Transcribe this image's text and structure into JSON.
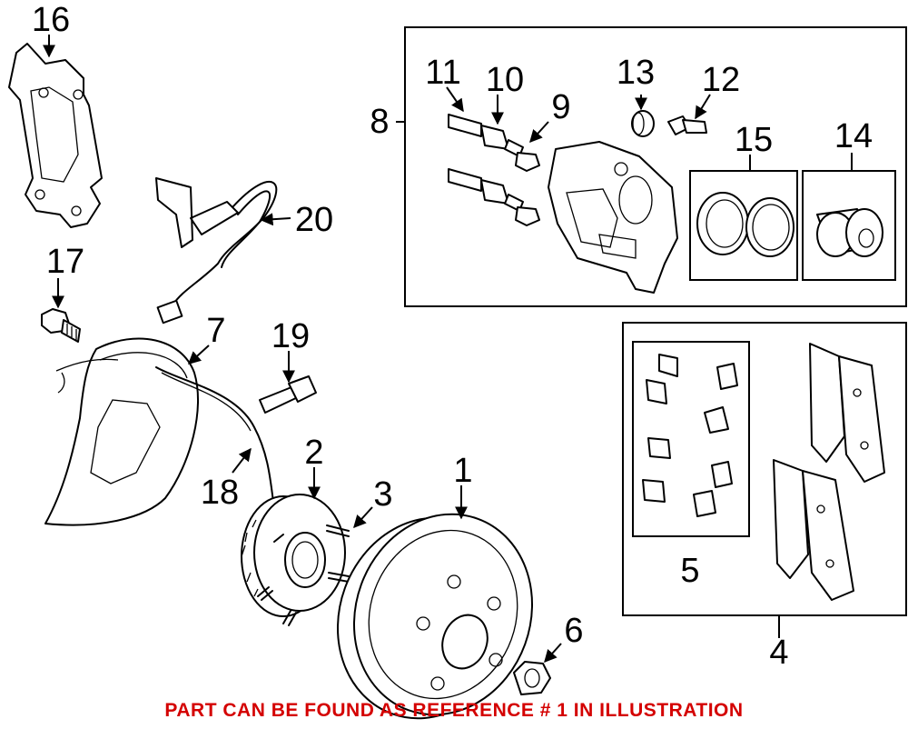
{
  "labels": {
    "l1": "1",
    "l2": "2",
    "l3": "3",
    "l4": "4",
    "l5": "5",
    "l6": "6",
    "l7": "7",
    "l8": "8",
    "l9": "9",
    "l10": "10",
    "l11": "11",
    "l12": "12",
    "l13": "13",
    "l14": "14",
    "l15": "15",
    "l16": "16",
    "l17": "17",
    "l18": "18",
    "l19": "19",
    "l20": "20"
  },
  "footer_note": "PART CAN BE FOUND AS REFERENCE # 1 IN ILLUSTRATION",
  "colors": {
    "note": "#d40000",
    "line": "#000000",
    "background": "#ffffff"
  }
}
